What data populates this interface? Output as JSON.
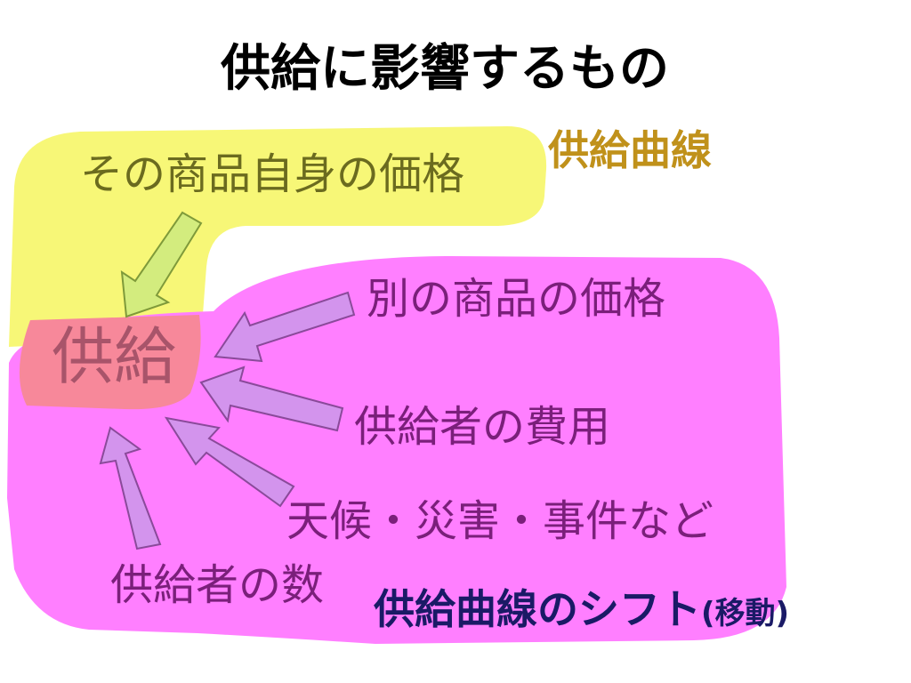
{
  "title": "供給に影響するもの",
  "labels": {
    "own_price": "その商品自身の価格",
    "supply_curve": "供給曲線",
    "supply": "供給",
    "other_price": "別の商品の価格",
    "supplier_cost": "供給者の費用",
    "weather_disaster": "天候・災害・事件など",
    "supplier_count": "供給者の数",
    "supply_shift": "供給曲線のシフト",
    "supply_shift_paren": "(移動)"
  },
  "colors": {
    "yellow_region": "#f7f777",
    "pink_region": "#ff7fff",
    "overlap_region": "#f7889a",
    "green_arrow": "#d3ec7e",
    "purple_arrow": "#d394ed",
    "olive_text": "#6b6b1f",
    "gold_text": "#c0911a",
    "magenta_text": "#7a1f7a",
    "navy_text": "#1a1a66",
    "supply_text": "#a8546a"
  },
  "icons": {
    "own_price_arrow": "arrow-down-left-icon",
    "other_price_arrow": "arrow-left-icon",
    "cost_arrow": "arrow-left-icon",
    "weather_arrow": "arrow-up-left-icon",
    "count_arrow": "arrow-up-icon"
  }
}
